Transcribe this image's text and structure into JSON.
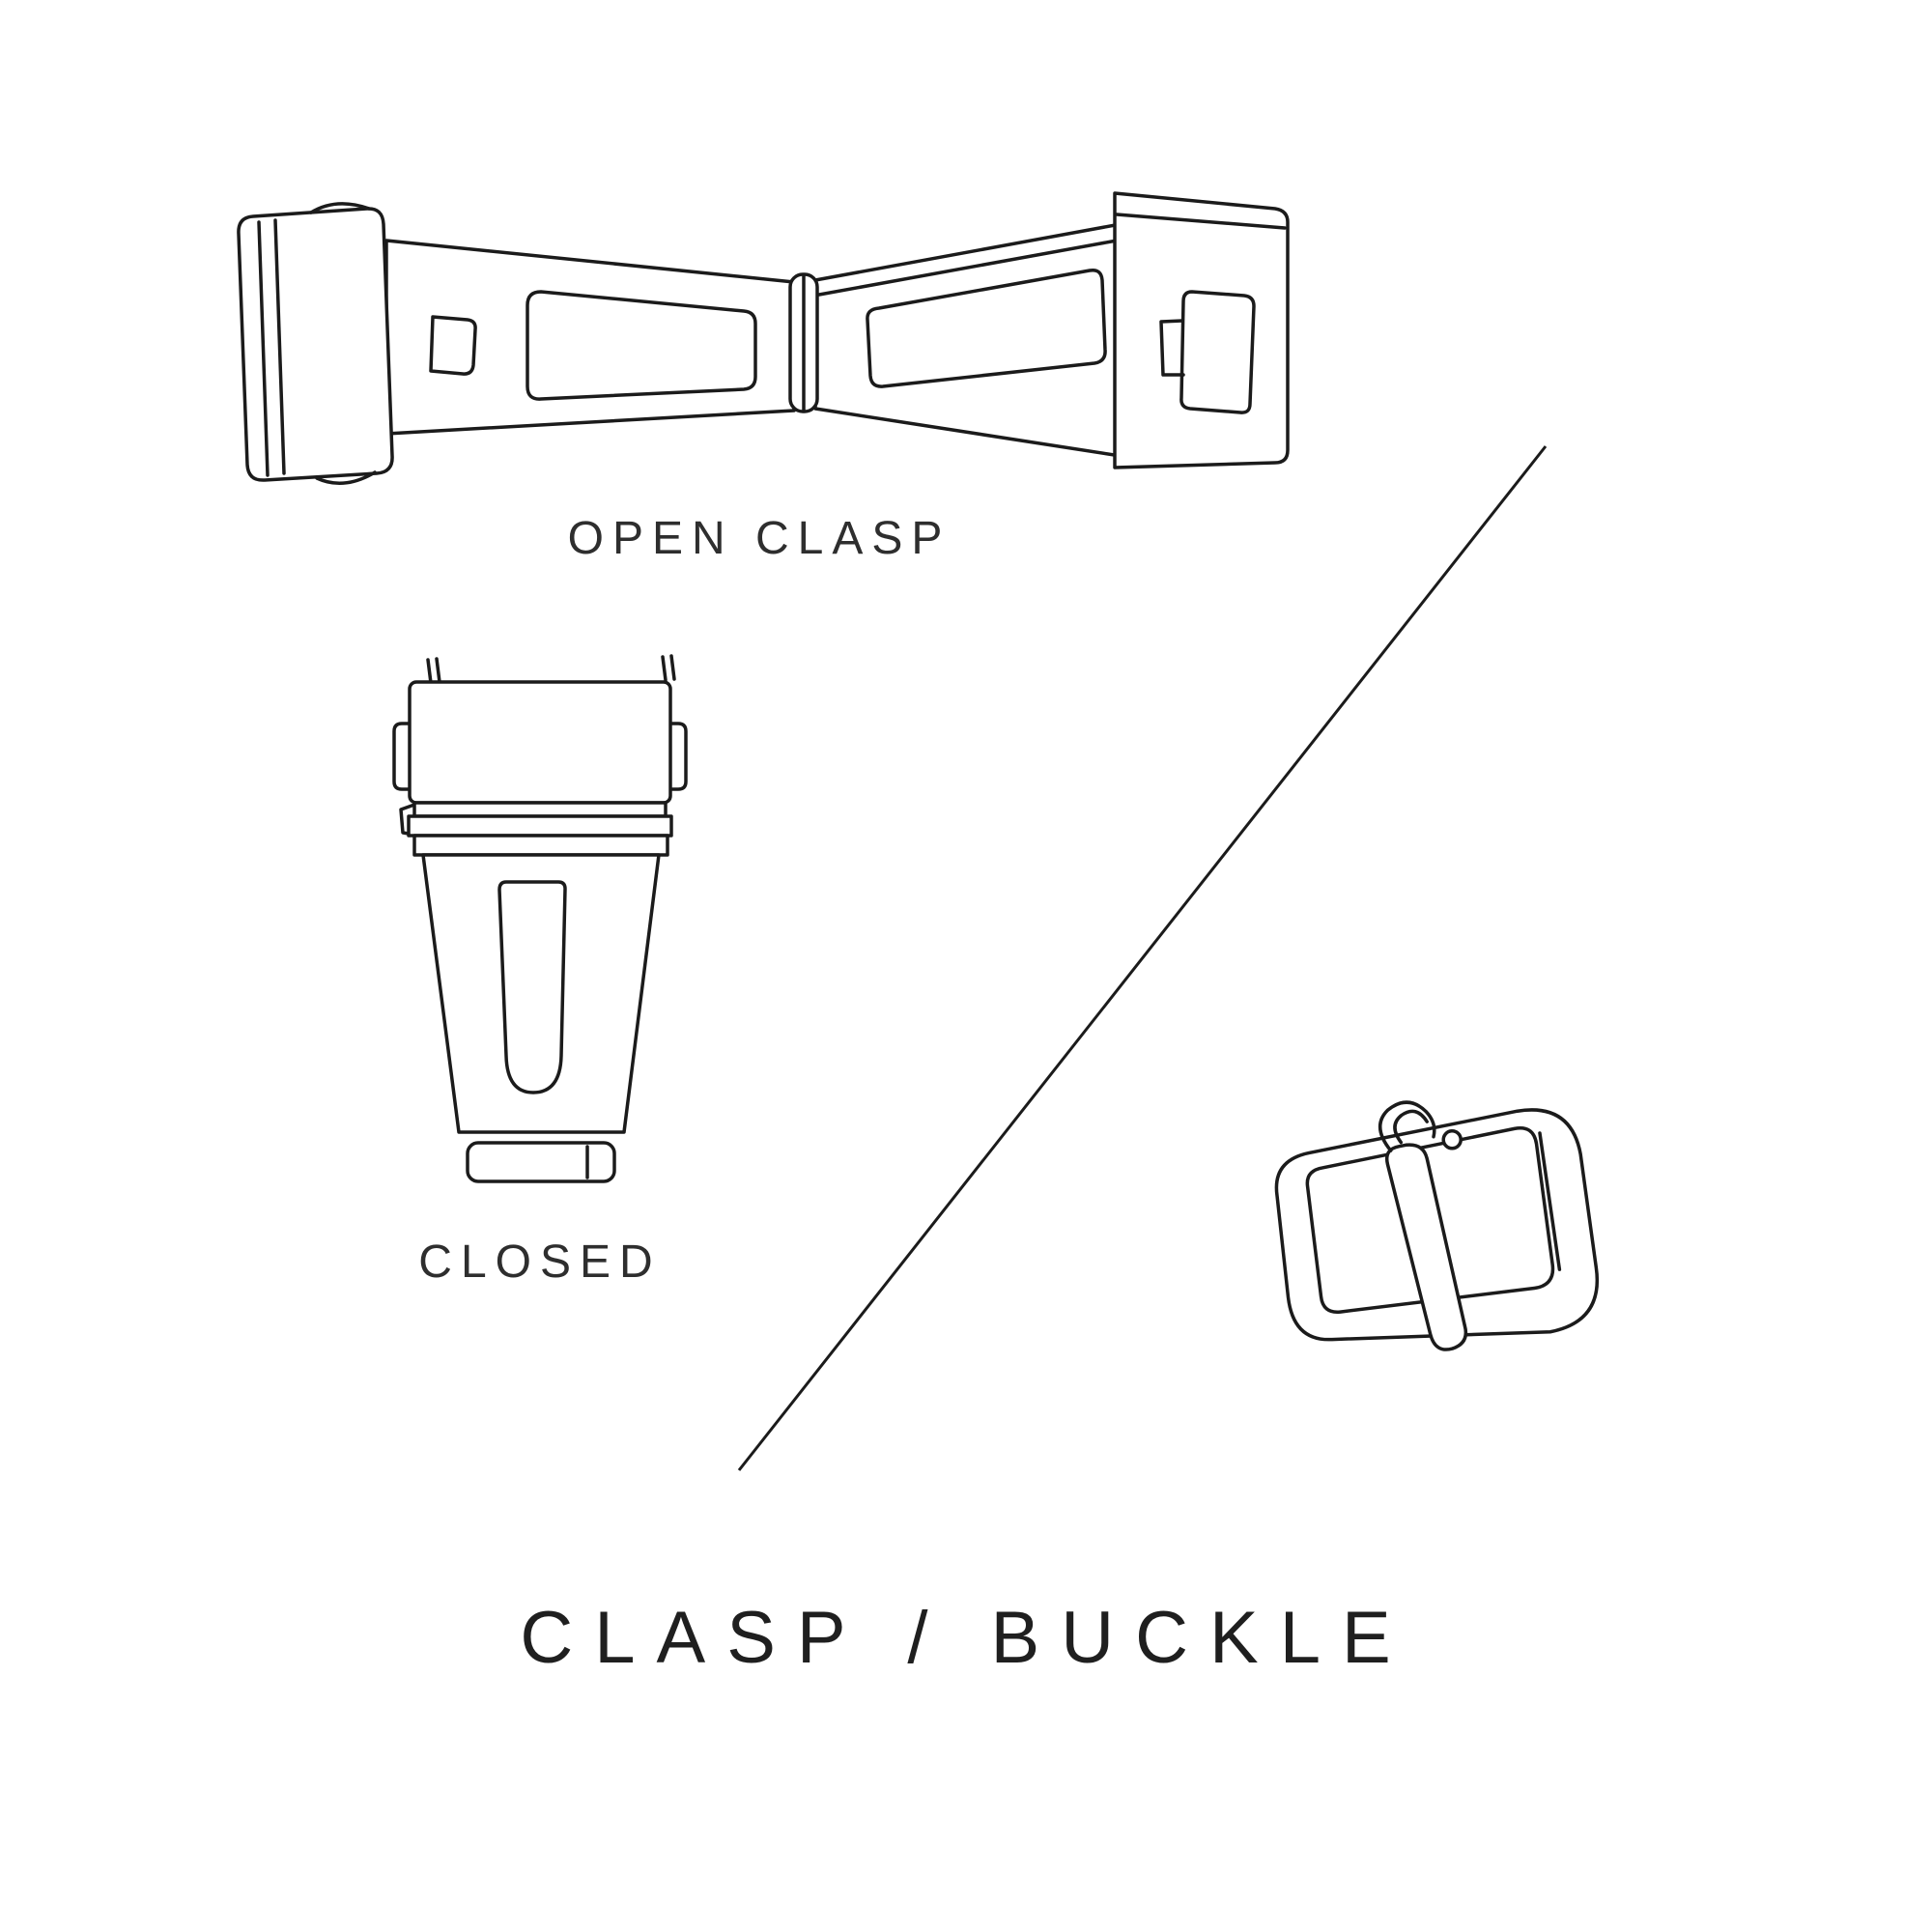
{
  "title": "CLASP / BUCKLE",
  "labels": {
    "open_clasp": "OPEN CLASP",
    "closed_clasp": "CLOSED"
  },
  "illustrations": {
    "open_clasp": "open-deployant-clasp-line-drawing",
    "closed_clasp": "closed-clasp-top-view-line-drawing",
    "pin_buckle": "pin-tang-buckle-line-drawing",
    "divider": "diagonal-divider-line"
  },
  "colors": {
    "background": "#ffffff",
    "line": "#1b1b1b",
    "text": "#2e2e2e",
    "title_text": "#1f1f1f"
  }
}
